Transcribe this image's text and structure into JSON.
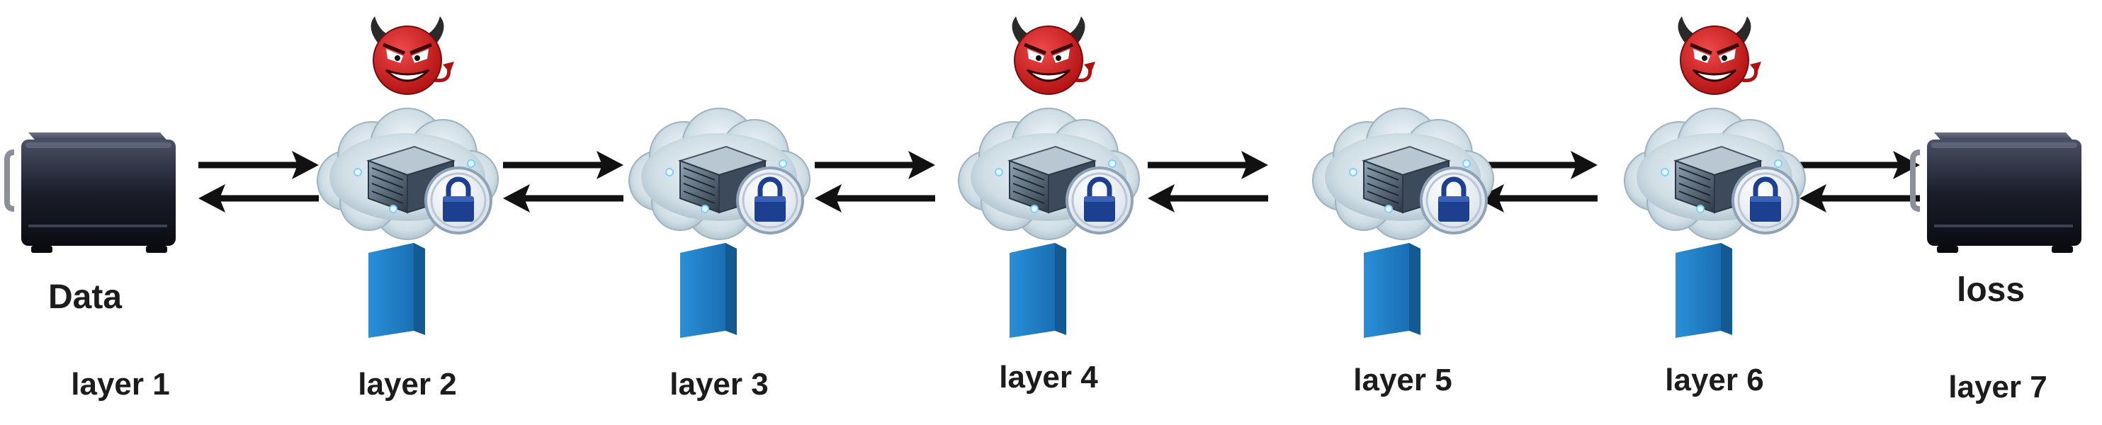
{
  "nodes": [
    {
      "id": "n1",
      "kind": "server",
      "title": "Data",
      "layer": "layer 1",
      "adversary": false,
      "block": false
    },
    {
      "id": "n2",
      "kind": "cloud",
      "title": "",
      "layer": "layer 2",
      "adversary": true,
      "block": true
    },
    {
      "id": "n3",
      "kind": "cloud",
      "title": "",
      "layer": "layer 3",
      "adversary": false,
      "block": true
    },
    {
      "id": "n4",
      "kind": "cloud",
      "title": "",
      "layer": "layer 4",
      "adversary": true,
      "block": true
    },
    {
      "id": "n5",
      "kind": "cloud",
      "title": "",
      "layer": "layer 5",
      "adversary": false,
      "block": true
    },
    {
      "id": "n6",
      "kind": "cloud",
      "title": "",
      "layer": "layer 6",
      "adversary": true,
      "block": true
    },
    {
      "id": "n7",
      "kind": "server",
      "title": "loss",
      "layer": "layer 7",
      "adversary": false,
      "block": false
    }
  ],
  "links": [
    {
      "from": "n1",
      "to": "n2",
      "bidirectional": true
    },
    {
      "from": "n2",
      "to": "n3",
      "bidirectional": true
    },
    {
      "from": "n3",
      "to": "n4",
      "bidirectional": true
    },
    {
      "from": "n4",
      "to": "n5",
      "bidirectional": true
    },
    {
      "from": "n5",
      "to": "n6",
      "bidirectional": true
    },
    {
      "from": "n6",
      "to": "n7",
      "bidirectional": true
    }
  ],
  "colors": {
    "arrow": "#111111",
    "block": "#1f7fc8",
    "devil": "#d61d1d",
    "lock": "#1d3f8f",
    "cloud": "#cfdde5",
    "server": "#1b1e2a"
  },
  "icons": {
    "server": "server-icon",
    "cloud": "secure-cloud-server-icon",
    "adversary": "devil-icon",
    "lock": "lock-icon",
    "block": "data-block-icon"
  }
}
